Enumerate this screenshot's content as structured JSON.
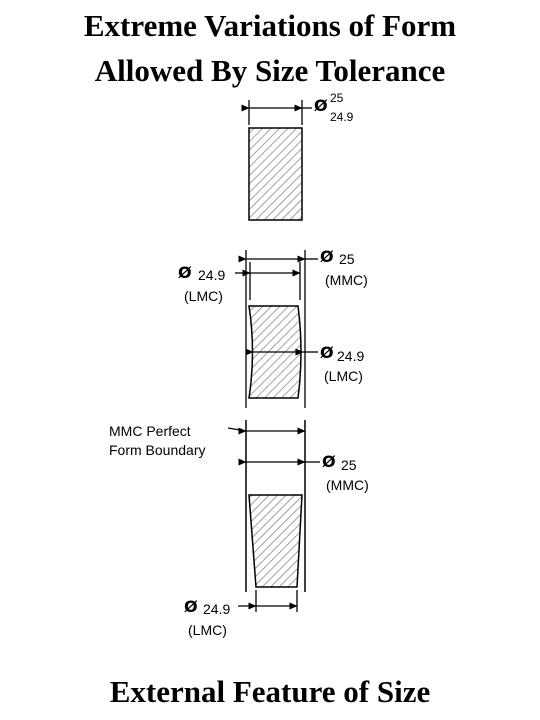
{
  "title": {
    "line1": "Extreme  Variations of Form",
    "line2": "Allowed By Size Tolerance"
  },
  "footer": "External Feature of Size",
  "diameter_symbol": "Ø",
  "top_callout": {
    "upper": "25",
    "lower": "24.9"
  },
  "middle_left_callout": {
    "value": "24.9",
    "tag": "(LMC)"
  },
  "middle_right_top_callout": {
    "value": "25",
    "tag": "(MMC)"
  },
  "middle_right_mid_callout": {
    "value": "24.9",
    "tag": "(LMC)"
  },
  "boundary_note": {
    "line1": "MMC Perfect",
    "line2": "Form Boundary"
  },
  "lower_right_callout": {
    "value": "25",
    "tag": "(MMC)"
  },
  "bottom_left_callout": {
    "value": "24.9",
    "tag": "(LMC)"
  }
}
